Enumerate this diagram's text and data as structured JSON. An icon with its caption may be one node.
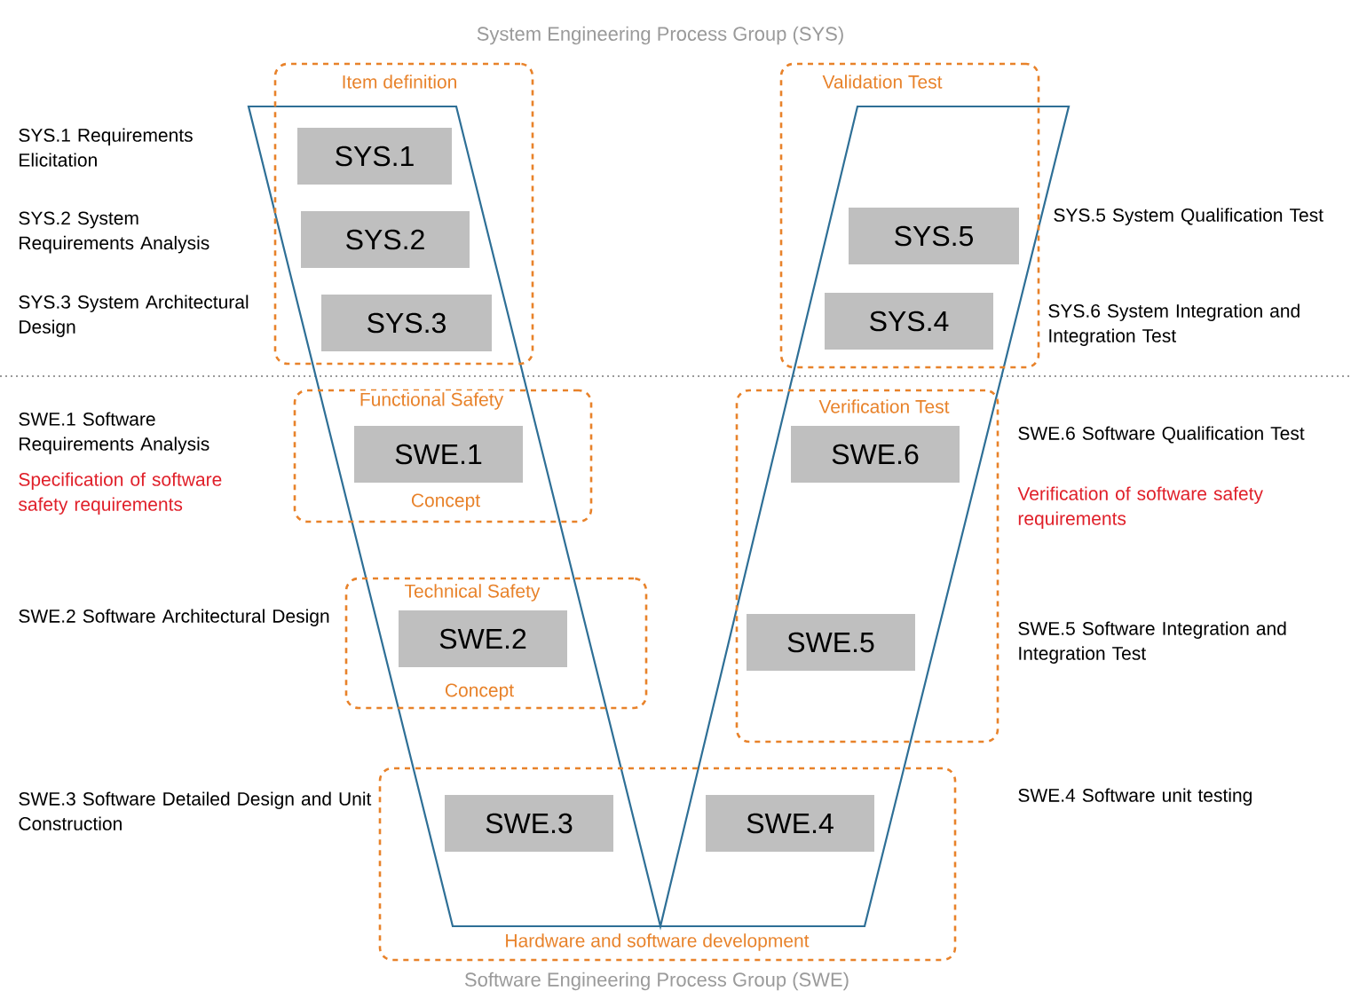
{
  "diagram": {
    "title": "System Engineering Process Group (SYS)",
    "nodes": [
      {
        "text": [
          "Item definition"
        ]
      },
      {
        "text": [
          "SYS.1"
        ],
        "in": 0
      },
      {
        "text": [
          "SYS.2"
        ],
        "in": 0
      },
      {
        "text": [
          "SYS.3"
        ],
        "in": 0
      },
      {
        "text": [
          "Validation Test"
        ]
      },
      {
        "text": [
          "SYS.5"
        ],
        "in": 4
      },
      {
        "text": [
          "SYS.4"
        ],
        "in": 4
      },
      {
        "text": [
          "Functional Safety",
          "Concept"
        ]
      },
      {
        "text": [
          "SWE.1"
        ],
        "in": 7
      },
      {
        "text": [
          "Verification Test"
        ]
      },
      {
        "text": [
          "SWE.6"
        ],
        "in": 9
      },
      {
        "text": [
          "SWE.5"
        ],
        "in": 9
      },
      {
        "text": [
          "Technical Safety",
          "Concept"
        ]
      },
      {
        "text": [
          "SWE.2"
        ],
        "in": 12
      },
      {
        "text": [
          "Hardware and software development"
        ]
      },
      {
        "text": [
          "SWE.3"
        ],
        "in": 14
      },
      {
        "text": [
          "SWE.4"
        ],
        "in": 14
      }
    ],
    "labels": [
      "SYS.1 Requirements Elicitation",
      "SYS.2 System Requirements Analysis",
      "SYS.5 System Qualification Test",
      "SYS.3 System Architectural Design",
      "SYS.6 System Integration and Integration Test",
      "SWE.1 Software Requirements Analysis",
      "Specification of software safety requirements",
      "SWE.6 Software Qualification Test",
      "Verification of software safety requirements",
      "SWE.2 Software Architectural Design",
      "SWE.5 Software Integration and Integration Test",
      "SWE.3 Software Detailed Design and Unit Construction",
      "SWE.4 Software unit testing",
      "Software Engineering Process Group (SWE)"
    ]
  }
}
